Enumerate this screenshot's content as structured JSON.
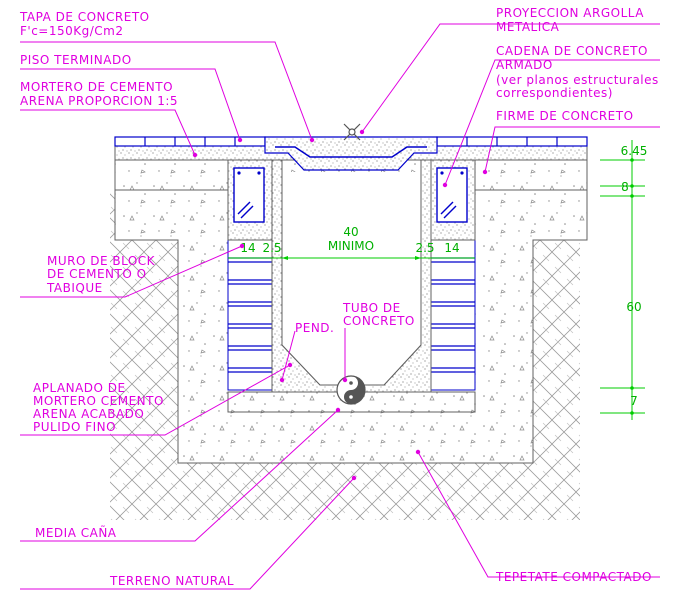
{
  "labels": {
    "tapa_line1": "TAPA DE CONCRETO",
    "tapa_line2": "F'c=150Kg/Cm2",
    "piso": "PISO TERMINADO",
    "mortero_line1": "MORTERO DE CEMENTO",
    "mortero_line2": "ARENA PROPORCION 1:5",
    "proyeccion_line1": "PROYECCION ARGOLLA",
    "proyeccion_line2": "METALICA",
    "cadena_line1": "CADENA DE CONCRETO",
    "cadena_line2": "ARMADO",
    "cadena_line3": "(ver planos estructurales",
    "cadena_line4": "correspondientes)",
    "firme": "FIRME DE CONCRETO",
    "muro_line1": "MURO DE BLOCK",
    "muro_line2": "DE CEMENTO O",
    "muro_line3": "TABIQUE",
    "pend": "PEND.",
    "tubo_line1": "TUBO DE",
    "tubo_line2": "CONCRETO",
    "aplanado_line1": "APLANADO DE",
    "aplanado_line2": "MORTERO CEMENTO",
    "aplanado_line3": "ARENA ACABADO",
    "aplanado_line4": "PULIDO FINO",
    "media_cana": "MEDIA CAÑA",
    "terreno": "TERRENO NATURAL",
    "tepetate": "TEPETATE COMPACTADO"
  },
  "dimensions": {
    "width_value": "40",
    "width_note": "MINIMO",
    "left_block": "14",
    "left_plaster": "2.5",
    "right_plaster": "2.5",
    "right_block": "14",
    "firme": "6.45",
    "cadena": "8",
    "depth": "60",
    "base": "7"
  },
  "colors": {
    "label": "#e000e0",
    "dimension": "#00cc00",
    "tile": "#0000cc",
    "outline": "#606060"
  }
}
